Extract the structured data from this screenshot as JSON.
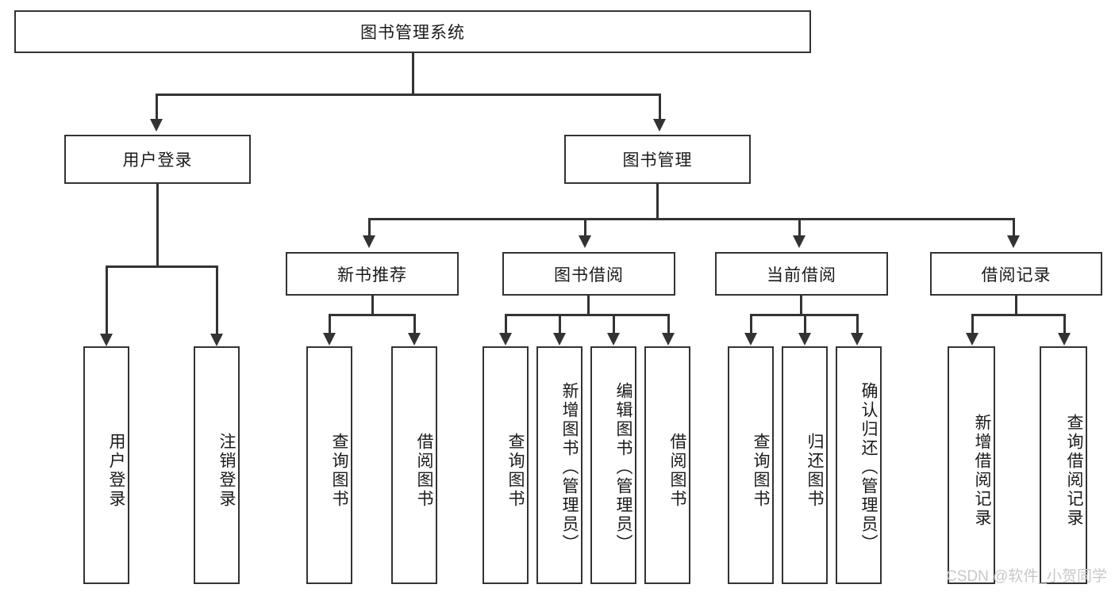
{
  "diagram": {
    "title": "图书管理系统",
    "type": "tree-hierarchy-chart",
    "root": {
      "label": "图书管理系统"
    },
    "level2": [
      {
        "label": "用户登录"
      },
      {
        "label": "图书管理"
      }
    ],
    "level3": [
      {
        "label": "新书推荐"
      },
      {
        "label": "图书借阅"
      },
      {
        "label": "当前借阅"
      },
      {
        "label": "借阅记录"
      }
    ],
    "leaves": {
      "user_login": [
        {
          "label": "用户登录"
        },
        {
          "label": "注销登录"
        }
      ],
      "new_book_recommend": [
        {
          "label": "查询图书"
        },
        {
          "label": "借阅图书"
        }
      ],
      "book_borrow": [
        {
          "label": "查询图书"
        },
        {
          "label": "新增图书（管理员）"
        },
        {
          "label": "编辑图书（管理员）"
        },
        {
          "label": "借阅图书"
        }
      ],
      "current_borrow": [
        {
          "label": "查询图书"
        },
        {
          "label": "归还图书"
        },
        {
          "label": "确认归还（管理员）"
        }
      ],
      "borrow_record": [
        {
          "label": "新增借阅记录"
        },
        {
          "label": "查询借阅记录"
        }
      ]
    }
  },
  "watermark": {
    "text": "CSDN @软件_小贺同学"
  },
  "colors": {
    "stroke": "#333333",
    "background": "#ffffff",
    "text": "#1a1a1a",
    "watermark": "#c8c8c8"
  }
}
